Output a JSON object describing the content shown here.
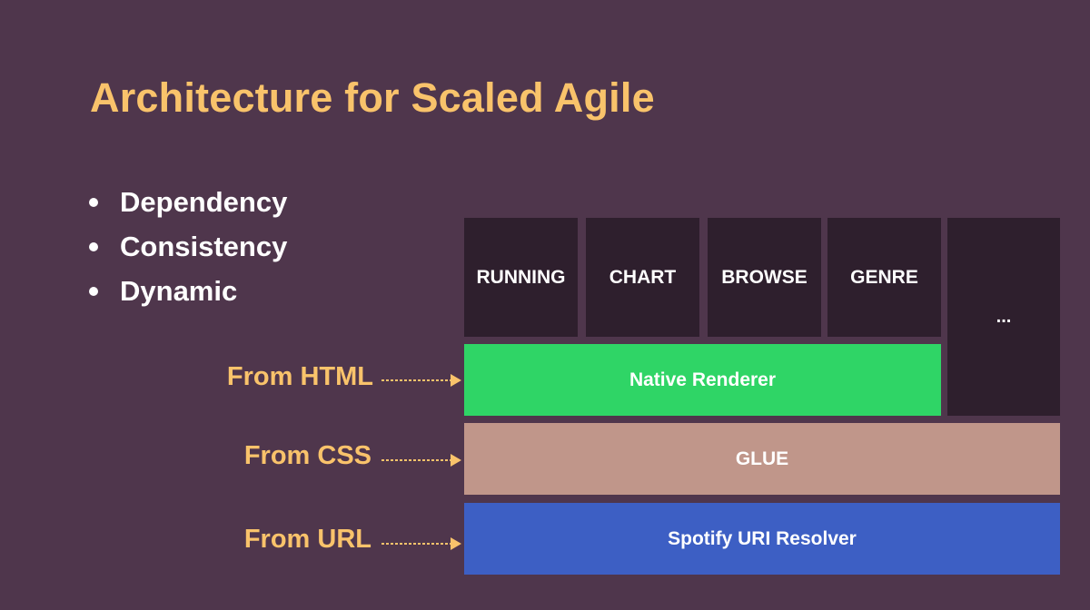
{
  "title": "Architecture for Scaled Agile",
  "bullets": [
    "Dependency",
    "Consistency",
    "Dynamic"
  ],
  "features": [
    "RUNNING",
    "CHART",
    "BROWSE",
    "GENRE"
  ],
  "more": "...",
  "layers": {
    "renderer": "Native Renderer",
    "glue": "GLUE",
    "resolver": "Spotify URI Resolver"
  },
  "sources": {
    "html": "From HTML",
    "css": "From CSS",
    "url": "From URL"
  },
  "colors": {
    "background": "#4f364c",
    "title": "#f9c36b",
    "feature_box": "#2e1f2d",
    "renderer": "#2fd566",
    "glue": "#c0968a",
    "resolver": "#3d5fc4",
    "arrow": "#f9c36b"
  },
  "icons": {
    "arrow": "right-arrow-icon",
    "bullet": "bullet-dot-icon"
  }
}
